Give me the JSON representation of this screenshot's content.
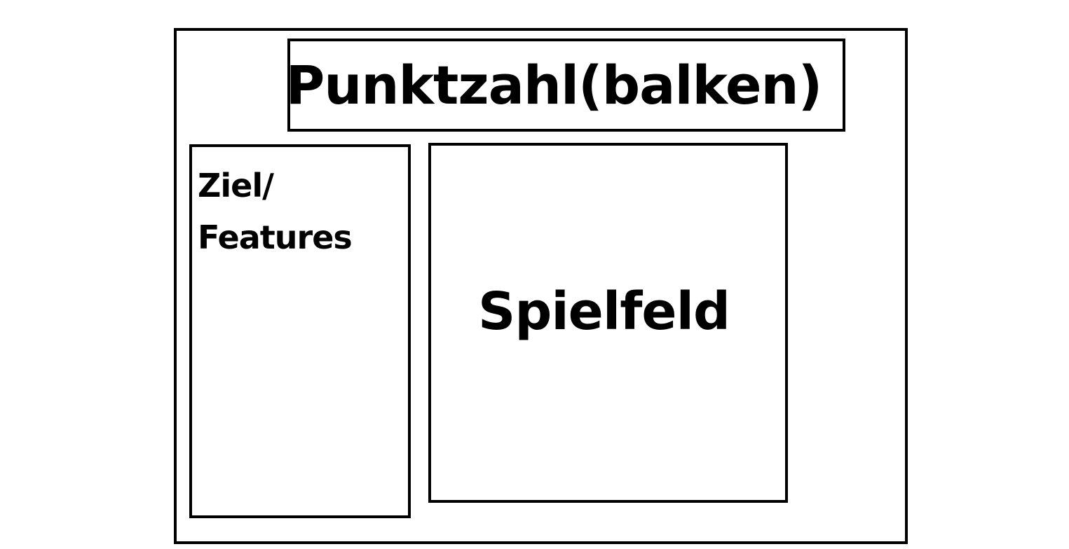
{
  "score_bar": {
    "label": "Punktzahl(balken)"
  },
  "goal_panel": {
    "line1": "Ziel/",
    "line2": "Features"
  },
  "play_field": {
    "label": "Spielfeld"
  }
}
